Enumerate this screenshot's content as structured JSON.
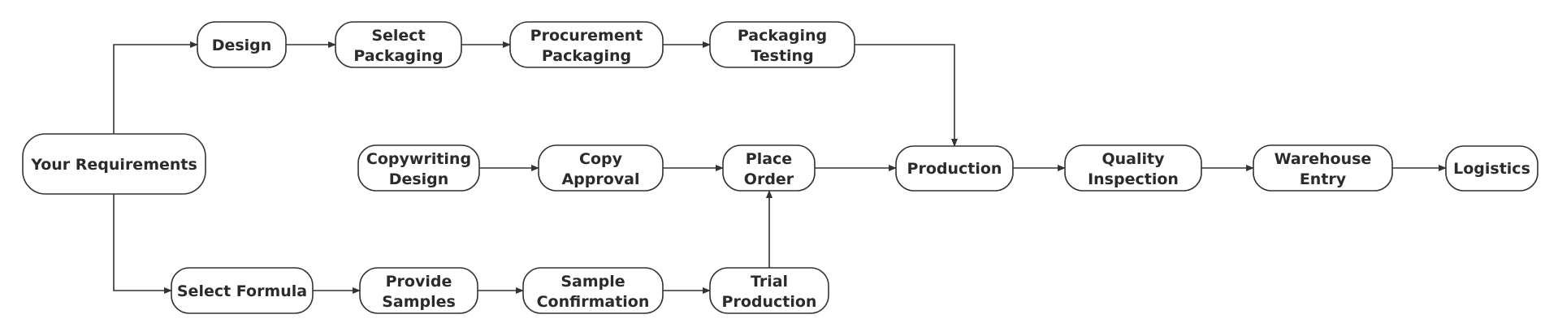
{
  "nodes": {
    "requirements": {
      "lines": [
        "Your Requirements"
      ]
    },
    "design": {
      "lines": [
        "Design"
      ]
    },
    "select_packaging": {
      "lines": [
        "Select",
        "Packaging"
      ]
    },
    "procurement_packaging": {
      "lines": [
        "Procurement",
        "Packaging"
      ]
    },
    "packaging_testing": {
      "lines": [
        "Packaging",
        "Testing"
      ]
    },
    "copywriting_design": {
      "lines": [
        "Copywriting",
        "Design"
      ]
    },
    "copy_approval": {
      "lines": [
        "Copy",
        "Approval"
      ]
    },
    "place_order": {
      "lines": [
        "Place",
        "Order"
      ]
    },
    "production": {
      "lines": [
        "Production"
      ]
    },
    "quality_inspection": {
      "lines": [
        "Quality",
        "Inspection"
      ]
    },
    "warehouse_entry": {
      "lines": [
        "Warehouse",
        "Entry"
      ]
    },
    "logistics": {
      "lines": [
        "Logistics"
      ]
    },
    "select_formula": {
      "lines": [
        "Select Formula"
      ]
    },
    "provide_samples": {
      "lines": [
        "Provide",
        "Samples"
      ]
    },
    "sample_confirmation": {
      "lines": [
        "Sample",
        "Confirmation"
      ]
    },
    "trial_production": {
      "lines": [
        "Trial",
        "Production"
      ]
    }
  },
  "edges": [
    {
      "from": "requirements",
      "to": "design"
    },
    {
      "from": "design",
      "to": "select_packaging"
    },
    {
      "from": "select_packaging",
      "to": "procurement_packaging"
    },
    {
      "from": "procurement_packaging",
      "to": "packaging_testing"
    },
    {
      "from": "packaging_testing",
      "to": "production"
    },
    {
      "from": "copywriting_design",
      "to": "copy_approval"
    },
    {
      "from": "copy_approval",
      "to": "place_order"
    },
    {
      "from": "place_order",
      "to": "production"
    },
    {
      "from": "production",
      "to": "quality_inspection"
    },
    {
      "from": "quality_inspection",
      "to": "warehouse_entry"
    },
    {
      "from": "warehouse_entry",
      "to": "logistics"
    },
    {
      "from": "requirements",
      "to": "select_formula"
    },
    {
      "from": "select_formula",
      "to": "provide_samples"
    },
    {
      "from": "provide_samples",
      "to": "sample_confirmation"
    },
    {
      "from": "sample_confirmation",
      "to": "trial_production"
    },
    {
      "from": "trial_production",
      "to": "place_order"
    }
  ]
}
